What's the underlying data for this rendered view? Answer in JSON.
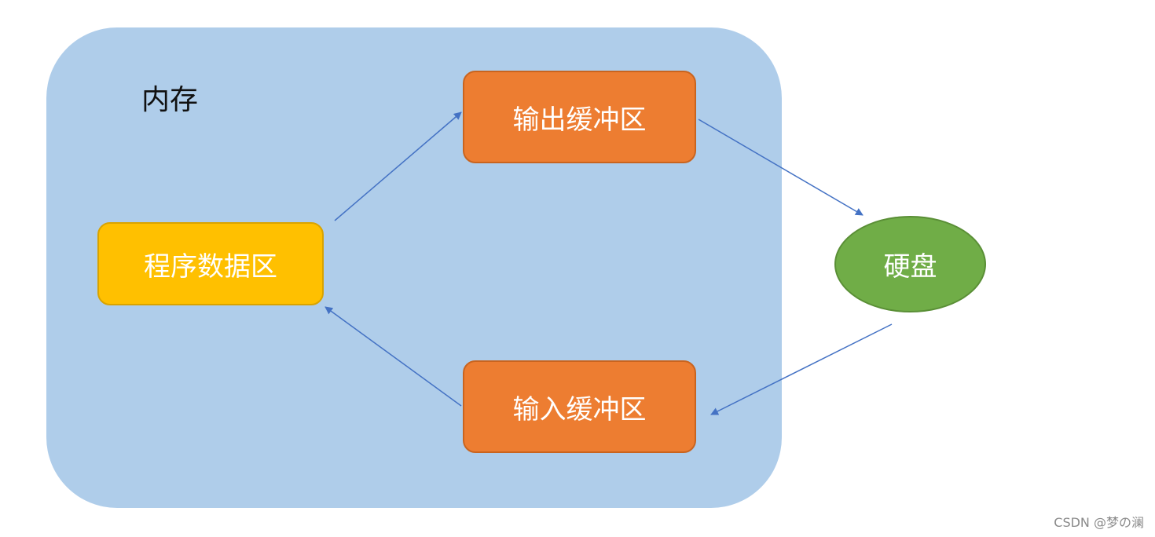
{
  "diagram": {
    "memory_label": "内存",
    "nodes": {
      "program_data": "程序数据区",
      "output_buffer": "输出缓冲区",
      "input_buffer": "输入缓冲区",
      "disk": "硬盘"
    }
  },
  "watermark": "CSDN @梦の澜",
  "colors": {
    "memory": "#afcdea",
    "program_data": "#ffc000",
    "buffer": "#ed7d31",
    "disk": "#70ad47",
    "arrow": "#4472c4"
  }
}
